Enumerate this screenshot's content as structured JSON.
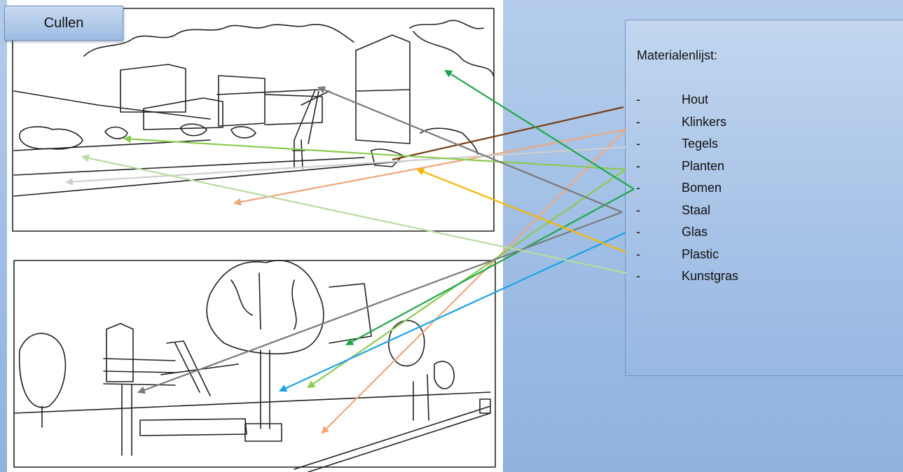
{
  "title": "Cullen",
  "materials": {
    "heading": "Materialenlijst:",
    "items": [
      {
        "label": "Hout",
        "color": "#7a3b12"
      },
      {
        "label": "Klinkers",
        "color": "#f0a77c"
      },
      {
        "label": "Tegels",
        "color": "#d0d0d0"
      },
      {
        "label": "Planten",
        "color": "#8acb4e"
      },
      {
        "label": "Bomen",
        "color": "#1ea84a"
      },
      {
        "label": "Staal",
        "color": "#7a7a7a"
      },
      {
        "label": "Glas",
        "color": "#1ba3e8"
      },
      {
        "label": "Plastic",
        "color": "#f5b800"
      },
      {
        "label": "Kunstgras",
        "color": "#b7dca0"
      }
    ]
  }
}
